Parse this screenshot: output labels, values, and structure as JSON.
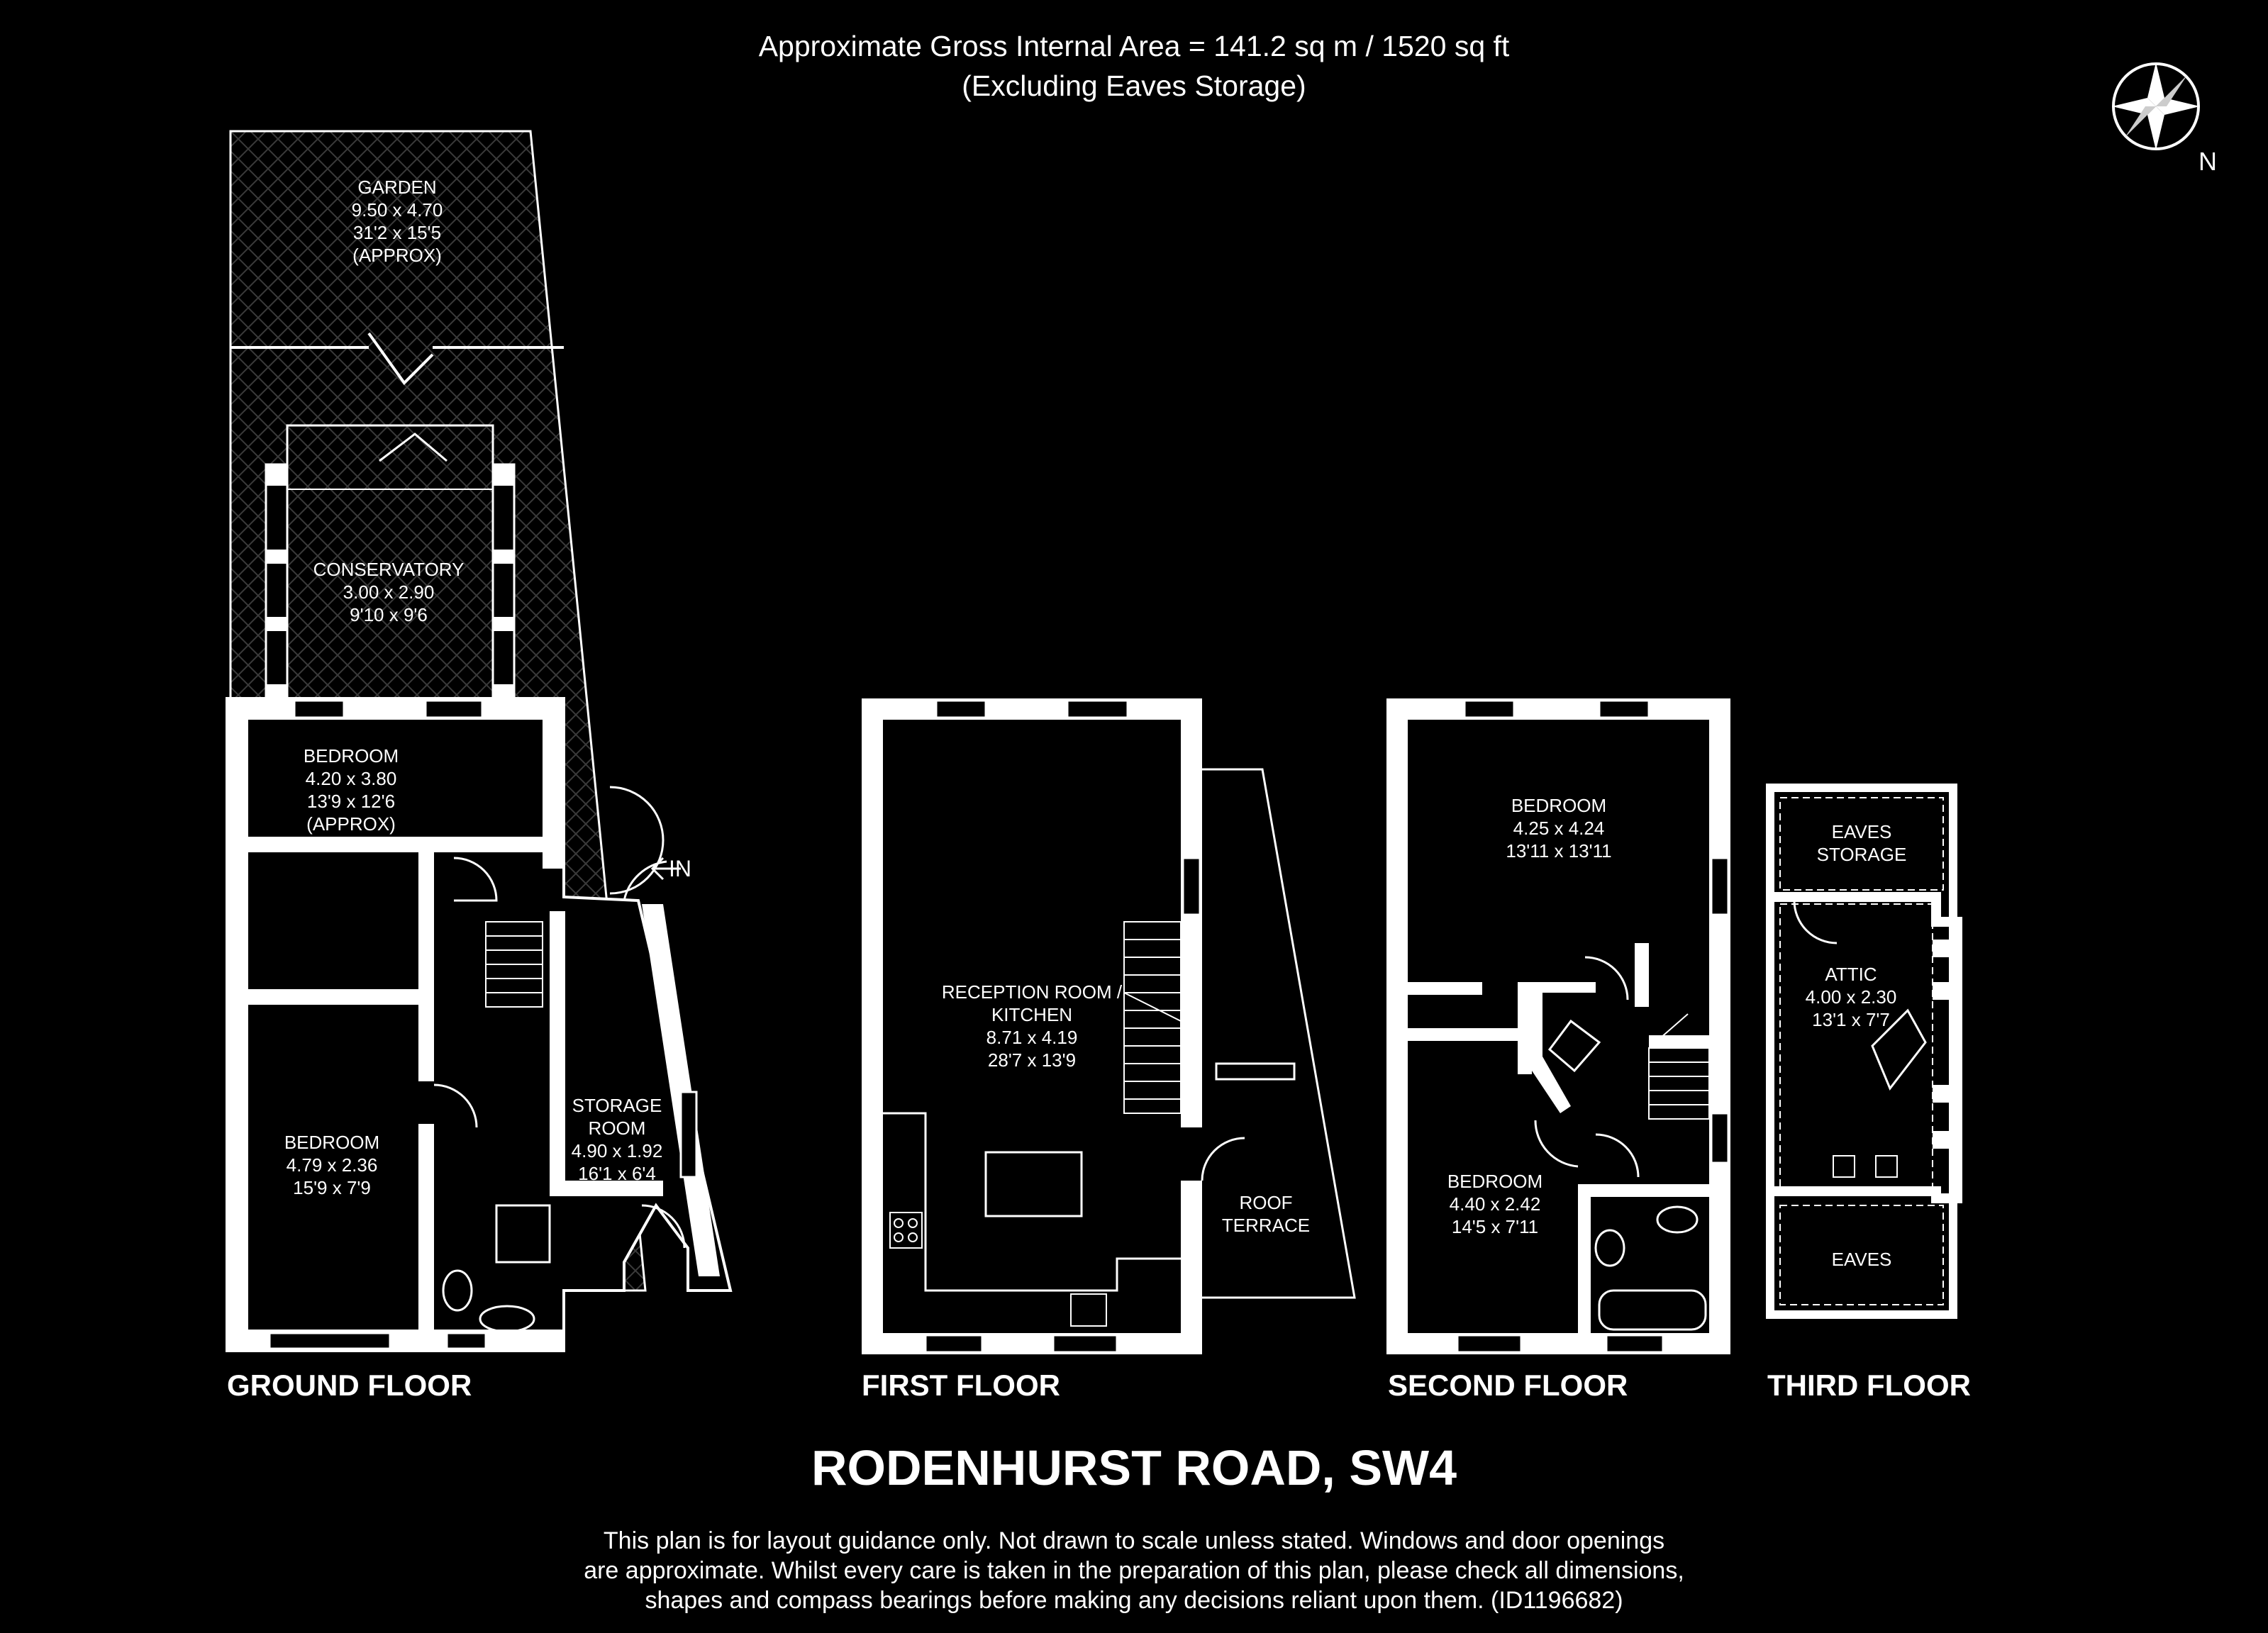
{
  "header": {
    "area_line": "Approximate Gross Internal Area = 141.2 sq m / 1520 sq ft",
    "excluding_line": "(Excluding Eaves Storage)"
  },
  "compass": {
    "label": "N"
  },
  "floors": {
    "ground": {
      "label": "GROUND FLOOR",
      "garden": [
        "GARDEN",
        "9.50 x 4.70",
        "31'2 x 15'5",
        "(APPROX)"
      ],
      "conservatory": [
        "CONSERVATORY",
        "3.00 x 2.90",
        "9'10 x 9'6"
      ],
      "bedroom_top": [
        "BEDROOM",
        "4.20 x 3.80",
        "13'9 x 12'6",
        "(APPROX)"
      ],
      "bedroom_bottom": [
        "BEDROOM",
        "4.79 x 2.36",
        "15'9 x 7'9"
      ],
      "storage_room": [
        "STORAGE",
        "ROOM",
        "4.90 x 1.92",
        "16'1 x 6'4"
      ],
      "entrance": "IN"
    },
    "first": {
      "label": "FIRST FLOOR",
      "reception": [
        "RECEPTION  ROOM /",
        "KITCHEN",
        "8.71 x 4.19",
        "28'7 x 13'9"
      ],
      "roof_terrace": [
        "ROOF",
        "TERRACE"
      ]
    },
    "second": {
      "label": "SECOND FLOOR",
      "bedroom_top": [
        "BEDROOM",
        "4.25 x 4.24",
        "13'11 x 13'11"
      ],
      "bedroom_bottom": [
        "BEDROOM",
        "4.40 x 2.42",
        "14'5 x 7'11"
      ]
    },
    "third": {
      "label": "THIRD FLOOR",
      "eaves_storage": [
        "EAVES",
        "STORAGE"
      ],
      "attic": [
        "ATTIC",
        "4.00 x 2.30",
        "13'1 x 7'7"
      ],
      "eaves": "EAVES"
    }
  },
  "street": "RODENHURST ROAD, SW4",
  "disclaimer": [
    "This plan is for layout guidance only. Not drawn to scale unless stated. Windows and door openings",
    "are approximate. Whilst every care is taken in the preparation of this plan, please check all dimensions,",
    "shapes and compass bearings before making any decisions reliant upon them. (ID1196682)"
  ]
}
